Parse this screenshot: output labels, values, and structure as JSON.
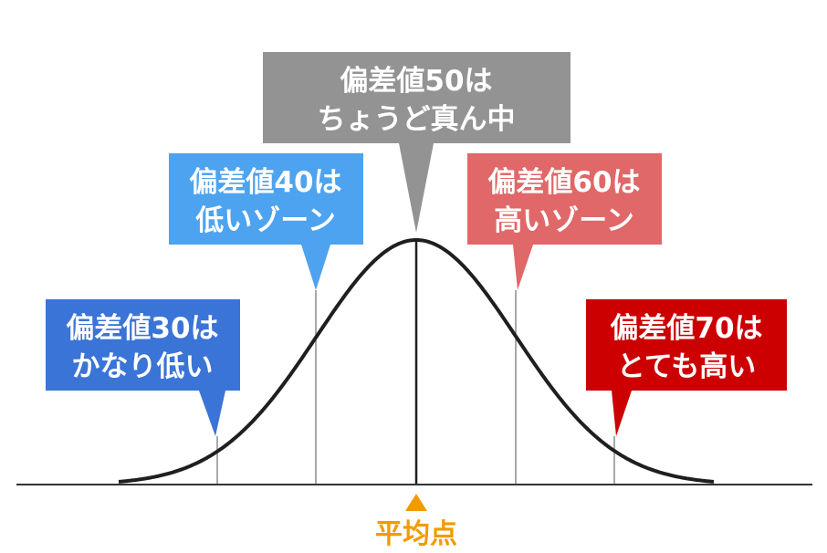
{
  "colors": {
    "background": "#ffffff",
    "curve": "#1f1f1f",
    "baseline": "#333333",
    "guide_lines": "#8c8c8c",
    "center_line": "#1f1f1f",
    "mean_marker": "#f39a00"
  },
  "callouts": [
    {
      "deviation": 30,
      "line1": "偏差値30は",
      "line2": "かなり低い",
      "color": "#3a74d6"
    },
    {
      "deviation": 40,
      "line1": "偏差値40は",
      "line2": "低いゾーン",
      "color": "#4da3ef"
    },
    {
      "deviation": 50,
      "line1": "偏差値50は",
      "line2": "ちょうど真ん中",
      "color": "#939393"
    },
    {
      "deviation": 60,
      "line1": "偏差値60は",
      "line2": "高いゾーン",
      "color": "#e06868"
    },
    {
      "deviation": 70,
      "line1": "偏差値70は",
      "line2": "とても高い",
      "color": "#cc0000"
    }
  ],
  "mean_label": "平均点",
  "icons": {
    "mean_marker": "orange-up-triangle-icon"
  }
}
